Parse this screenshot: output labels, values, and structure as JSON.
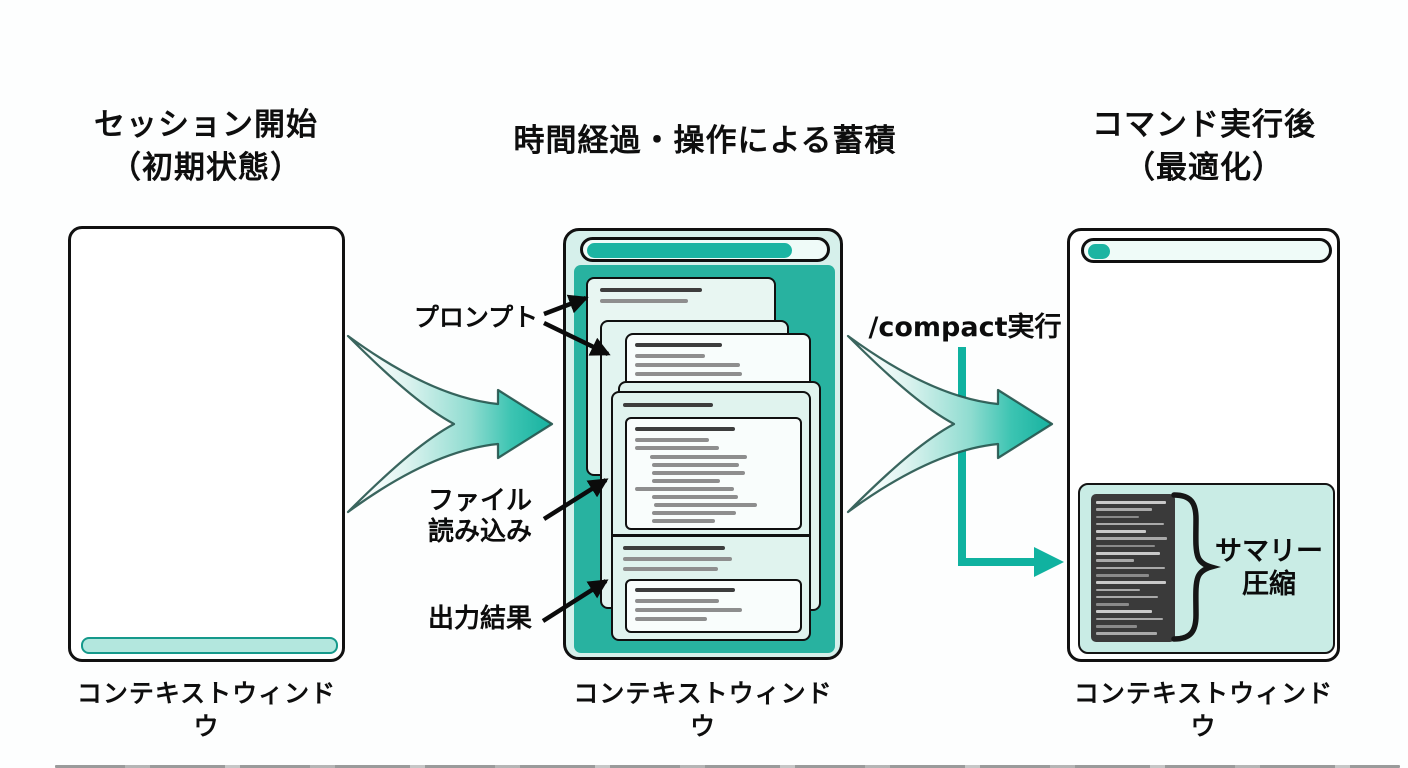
{
  "stages": [
    {
      "title": "セッション開始",
      "subtitle": "（初期状態）",
      "caption": "コンテキストウィンドウ"
    },
    {
      "title": "時間経過・操作による蓄積",
      "subtitle": "",
      "caption": "コンテキストウィンドウ"
    },
    {
      "title": "コマンド実行後",
      "subtitle": "（最適化）",
      "caption": "コンテキストウィンドウ"
    }
  ],
  "annotations": {
    "prompt_label": "プロンプト",
    "file_read_line1": "ファイル",
    "file_read_line2": "読み込み",
    "output_label": "出力結果",
    "compact_label": "/compact実行",
    "summary_line1": "サマリー",
    "summary_line2": "圧縮"
  },
  "colors": {
    "teal_primary": "#1fb3a1",
    "teal_body": "#28b2a0",
    "teal_bar_light": "#b3e7de",
    "mint_frame": "#d6f0eb",
    "mint_card": "#e6f5f1",
    "white_card": "#f8fdfc",
    "summary_box": "#c9ece5",
    "summary_block": "#3a3a3a",
    "line_dark": "#3d3d3d",
    "line_gray": "#8e8e8e",
    "outline_black": "#111111"
  }
}
